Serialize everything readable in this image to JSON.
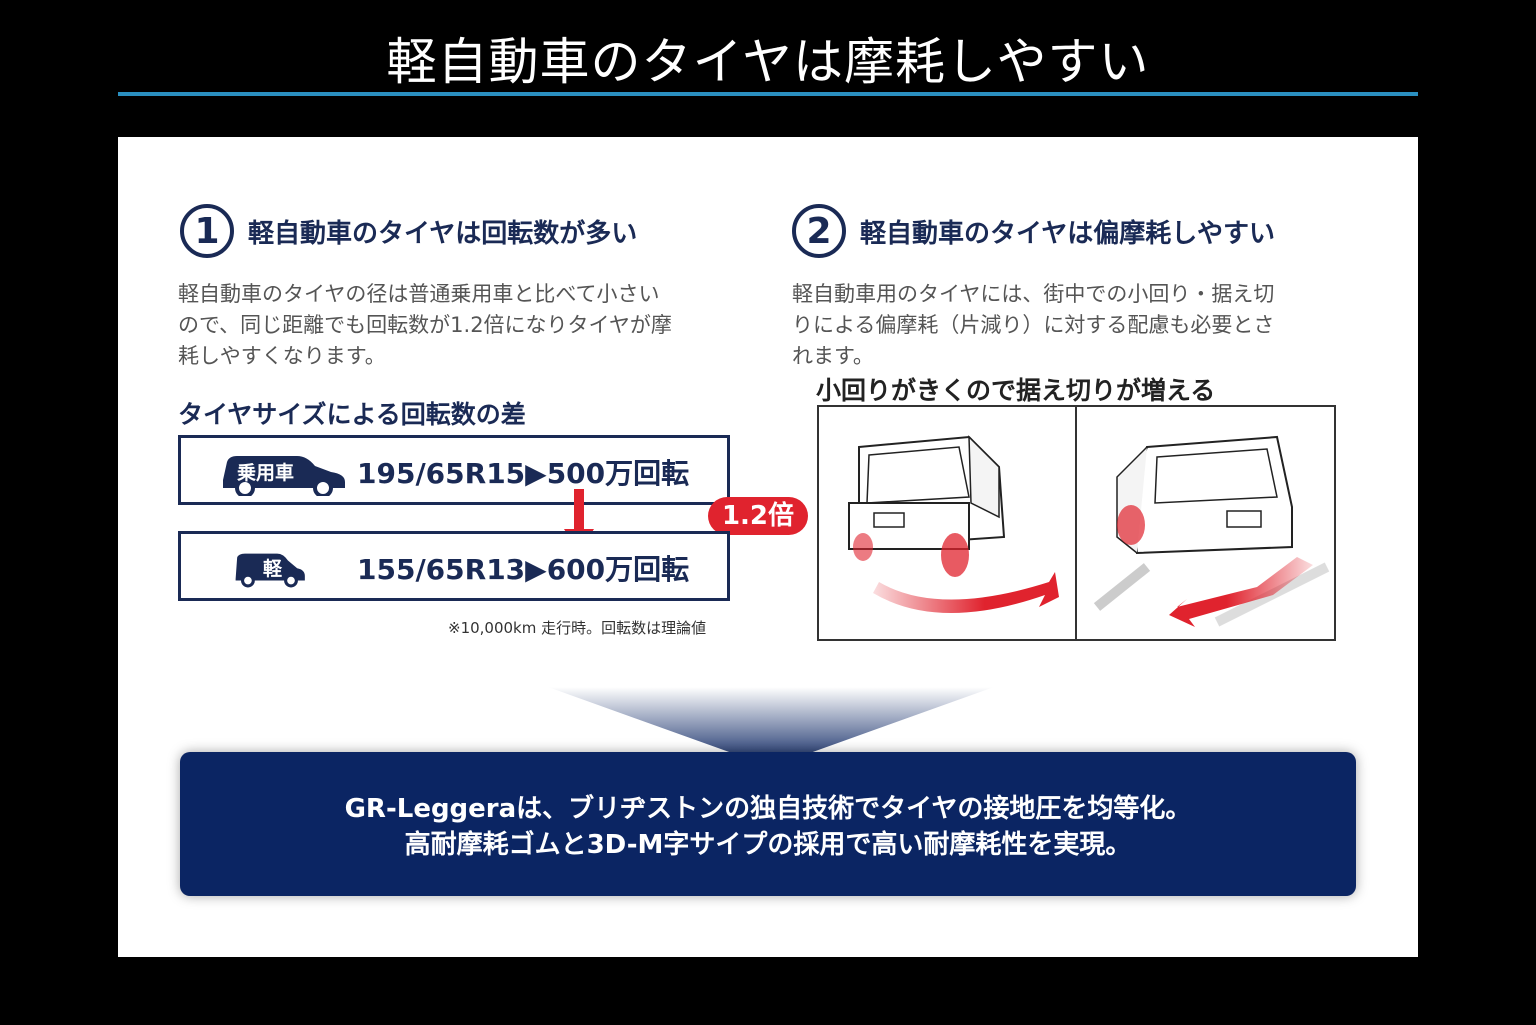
{
  "title": "軽自動車のタイヤは摩耗しやすい",
  "section1": {
    "number": "1",
    "heading": "軽自動車のタイヤは回転数が多い",
    "body": [
      "軽自動車のタイヤの径は普通乗用車と比べて小さい",
      "ので、同じ距離でも回転数が1.2倍になりタイヤが摩",
      "耗しやすくなります。"
    ],
    "subheading": "タイヤサイズによる回転数の差",
    "rows": [
      {
        "car_label": "乗用車",
        "spec": "195/65R15▶500万回転"
      },
      {
        "car_label": "軽",
        "spec": "155/65R13▶600万回転"
      }
    ],
    "ratio": "1.2倍",
    "note": "※10,000km 走行時。回転数は理論値"
  },
  "section2": {
    "number": "2",
    "heading": "軽自動車のタイヤは偏摩耗しやすい",
    "body": [
      "軽自動車用のタイヤには、街中での小回り・据え切",
      "りによる偏摩耗（片減り）に対する配慮も必要とさ",
      "れます。"
    ],
    "illustration_caption": "小回りがきくので据え切りが増える"
  },
  "banner": {
    "line1": "GR-Leggeraは、ブリヂストンの独自技術でタイヤの接地圧を均等化。",
    "line2": "高耐摩耗ゴムと3D-M字サイプの採用で高い耐摩耗性を実現。"
  },
  "colors": {
    "navy": "#1a2a55",
    "banner": "#0b2563",
    "accent_red": "#e0232e",
    "rule_blue": "#2a8fc0"
  }
}
